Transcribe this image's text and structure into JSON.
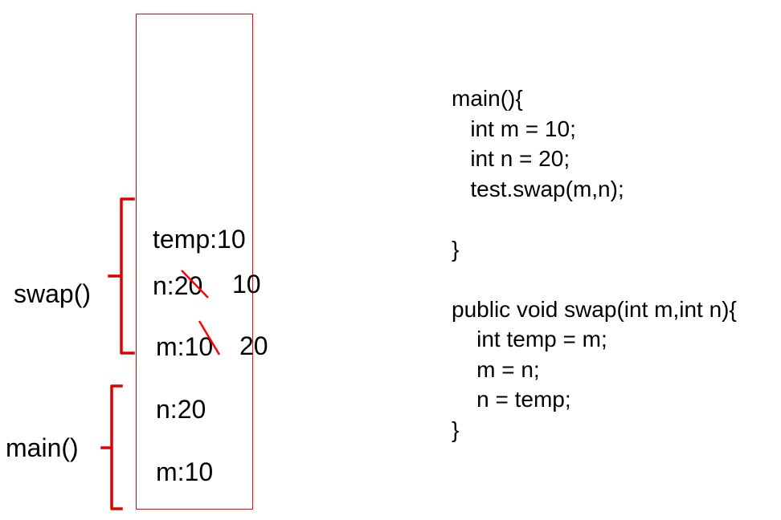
{
  "stack": {
    "swap_frame": {
      "label": "swap()",
      "vars": {
        "temp": "temp:10",
        "n": "n:20",
        "n_new": "10",
        "m": "m:10",
        "m_new": "20"
      }
    },
    "main_frame": {
      "label": "main()",
      "vars": {
        "n": "n:20",
        "m": "m:10"
      }
    }
  },
  "code": {
    "lines": [
      "main(){",
      "   int m = 10;",
      "   int n = 20;",
      "   test.swap(m,n);",
      "",
      "}",
      "",
      "public void swap(int m,int n){",
      "    int temp = m;",
      "    m = n;",
      "    n = temp;",
      "}"
    ]
  },
  "colors": {
    "box": "#ff0000",
    "bracket": "#e00000",
    "strike": "#ff0000",
    "text": "#000000"
  }
}
